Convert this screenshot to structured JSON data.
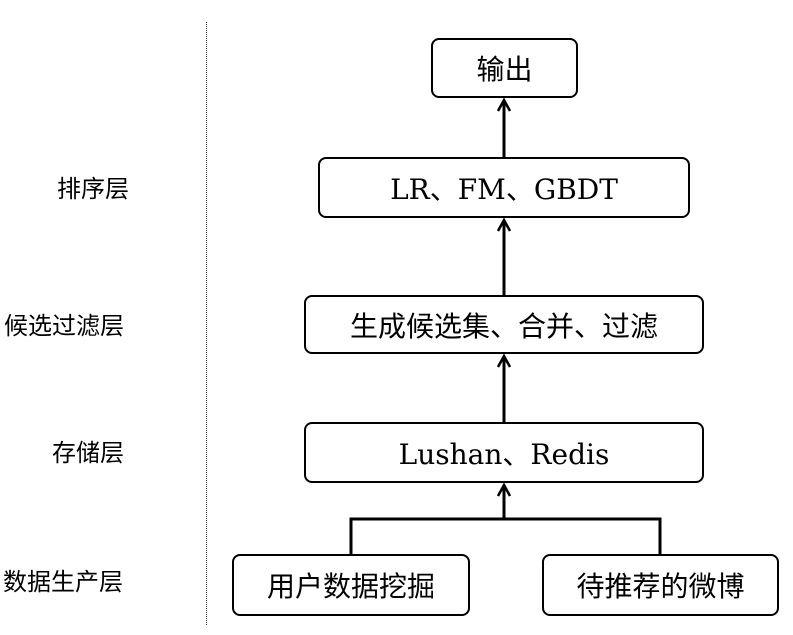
{
  "layers": {
    "ranking": "排序层",
    "filter": "候选过滤层",
    "storage": "存储层",
    "data_production": "数据生产层"
  },
  "boxes": {
    "output": "输出",
    "ranking": "LR、FM、GBDT",
    "filter": "生成候选集、合并、过滤",
    "storage": "Lushan、Redis",
    "mining": "用户数据挖掘",
    "weibo": "待推荐的微博"
  }
}
